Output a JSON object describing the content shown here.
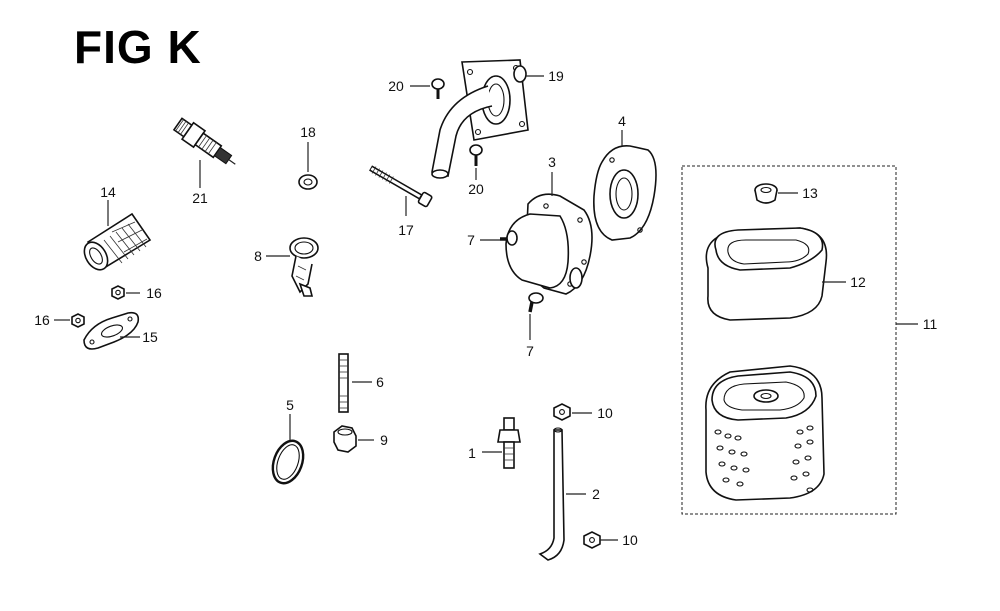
{
  "figure": {
    "title": "FIG K"
  },
  "callouts": [
    {
      "id": "c1",
      "label": "1"
    },
    {
      "id": "c2",
      "label": "2"
    },
    {
      "id": "c3",
      "label": "3"
    },
    {
      "id": "c4",
      "label": "4"
    },
    {
      "id": "c5",
      "label": "5"
    },
    {
      "id": "c6",
      "label": "6"
    },
    {
      "id": "c7a",
      "label": "7"
    },
    {
      "id": "c7b",
      "label": "7"
    },
    {
      "id": "c8",
      "label": "8"
    },
    {
      "id": "c9",
      "label": "9"
    },
    {
      "id": "c10a",
      "label": "10"
    },
    {
      "id": "c10b",
      "label": "10"
    },
    {
      "id": "c11",
      "label": "11"
    },
    {
      "id": "c12",
      "label": "12"
    },
    {
      "id": "c13",
      "label": "13"
    },
    {
      "id": "c14",
      "label": "14"
    },
    {
      "id": "c15",
      "label": "15"
    },
    {
      "id": "c16a",
      "label": "16"
    },
    {
      "id": "c16b",
      "label": "16"
    },
    {
      "id": "c17",
      "label": "17"
    },
    {
      "id": "c18",
      "label": "18"
    },
    {
      "id": "c19",
      "label": "19"
    },
    {
      "id": "c20a",
      "label": "20"
    },
    {
      "id": "c20b",
      "label": "20"
    },
    {
      "id": "c21",
      "label": "21"
    }
  ]
}
